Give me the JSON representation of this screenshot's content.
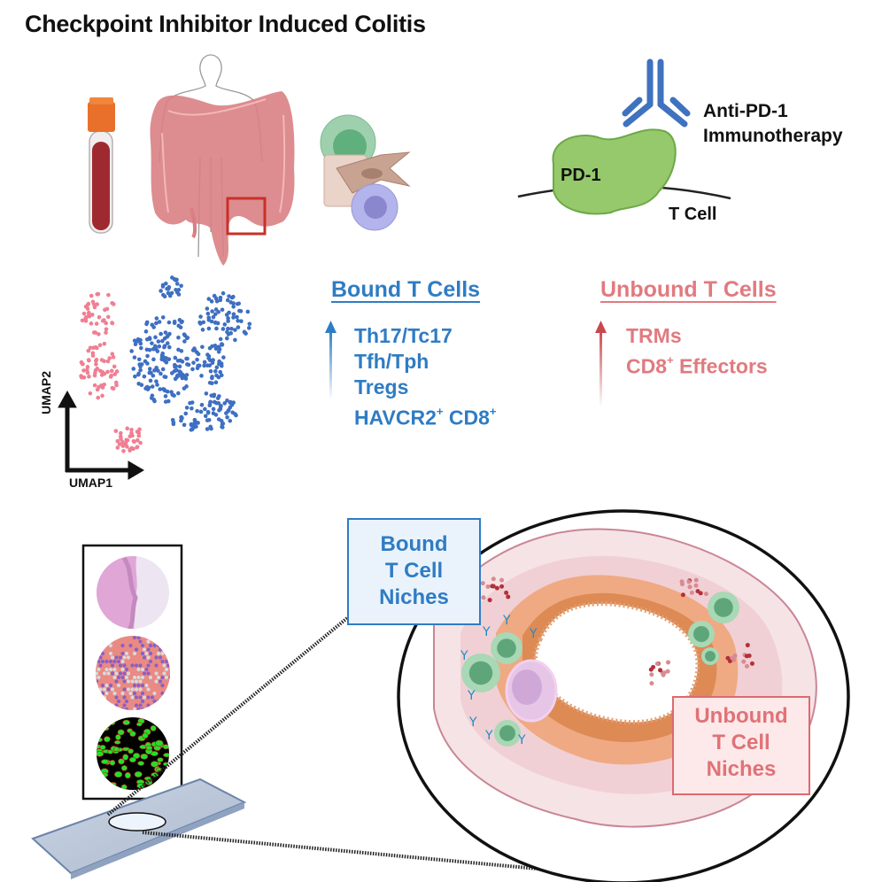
{
  "title": "Checkpoint Inhibitor Induced Colitis",
  "top_icons": {
    "blood_tube": "blood-collection-tube",
    "colon": "human-colon-with-body-outline",
    "sample_region_marker": "red-selection-square",
    "cells": "mixed-tissue-cells"
  },
  "pd1_panel": {
    "antibody_label_line1": "Anti-PD-1",
    "antibody_label_line2": "Immunotherapy",
    "receptor_label": "PD-1",
    "membrane_label": "T Cell"
  },
  "umap": {
    "x_axis_label": "UMAP1",
    "y_axis_label": "UMAP2",
    "bound_color": "#3e6fc2",
    "unbound_color": "#f07f93"
  },
  "bound": {
    "header": "Bound T Cells",
    "color": "#2f7cc4",
    "trend": "up",
    "items": [
      {
        "text": "Th17/Tc17",
        "sup": ""
      },
      {
        "text": "Tfh/Tph",
        "sup": ""
      },
      {
        "text": "Tregs",
        "sup": ""
      },
      {
        "text": "HAVCR2",
        "sup": "+",
        "text2": " CD8",
        "sup2": "+"
      }
    ]
  },
  "unbound": {
    "header": "Unbound T Cells",
    "color": "#e17a7f",
    "trend": "up",
    "items": [
      {
        "text": "TRMs",
        "sup": ""
      },
      {
        "text": "CD8",
        "sup": "+",
        "text2": " Effectors",
        "sup2": ""
      }
    ]
  },
  "spatial_panel": {
    "image_stack": [
      "H&E tissue section",
      "spatial transcriptomics spot map",
      "cell segmentation image"
    ],
    "slide": "glass-slide"
  },
  "niches": {
    "bound_line1": "Bound",
    "bound_line2": "T Cell",
    "bound_line3": "Niches",
    "unbound_line1": "Unbound",
    "unbound_line2": "T Cell",
    "unbound_line3": "Niches"
  }
}
